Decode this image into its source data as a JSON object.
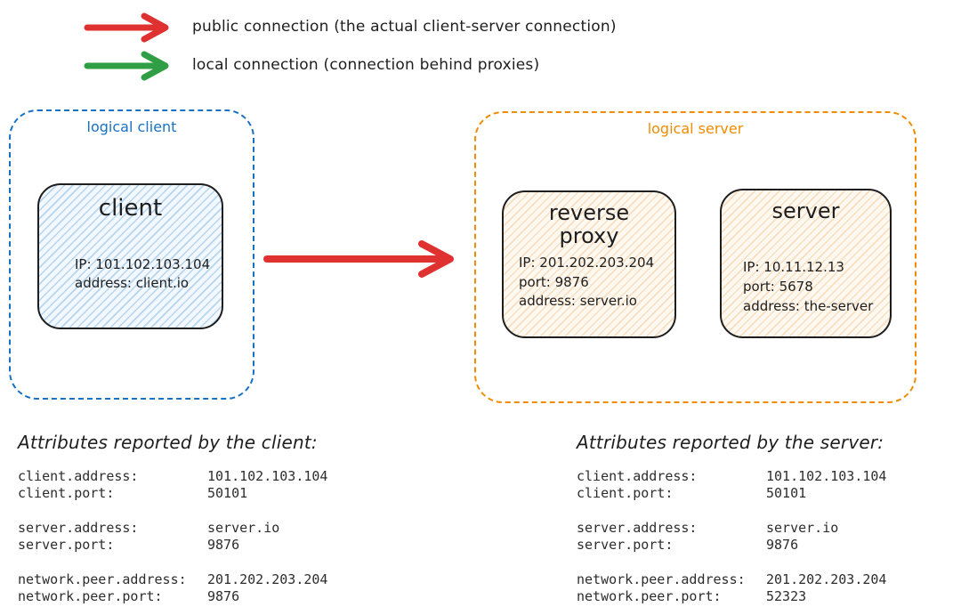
{
  "colors": {
    "public_arrow_red": "#e03131",
    "local_arrow_green": "#2f9e44",
    "logical_client_blue": "#1971c2",
    "logical_server_orange": "#f08c00",
    "ink": "#1e1e1e",
    "client_node_fill": "#d7eafb",
    "server_node_fill": "#fbe8cf"
  },
  "legend": {
    "public": {
      "label": "public connection (the actual client-server connection)"
    },
    "local": {
      "label": "local connection (connection behind proxies)"
    }
  },
  "logical_client": {
    "label": "logical client",
    "client_node": {
      "title": "client",
      "lines": [
        "IP: 101.102.103.104",
        "address: client.io"
      ]
    }
  },
  "logical_server": {
    "label": "logical server",
    "reverse_proxy_node": {
      "title_line1": "reverse",
      "title_line2": "proxy",
      "lines": [
        "IP: 201.202.203.204",
        "port: 9876",
        "address: server.io"
      ]
    },
    "server_node": {
      "title": "server",
      "lines": [
        "IP: 10.11.12.13",
        "port: 5678",
        "address: the-server"
      ]
    }
  },
  "client_attributes": {
    "heading": "Attributes reported by the client:",
    "rows": [
      {
        "key": "client.address:",
        "value": "101.102.103.104"
      },
      {
        "key": "client.port:",
        "value": "50101"
      },
      {
        "key": "server.address:",
        "value": "server.io"
      },
      {
        "key": "server.port:",
        "value": "9876"
      },
      {
        "key": "network.peer.address:",
        "value": "201.202.203.204"
      },
      {
        "key": "network.peer.port:",
        "value": "9876"
      }
    ]
  },
  "server_attributes": {
    "heading": "Attributes reported by the server:",
    "rows": [
      {
        "key": "client.address:",
        "value": "101.102.103.104"
      },
      {
        "key": "client.port:",
        "value": "50101"
      },
      {
        "key": "server.address:",
        "value": "server.io"
      },
      {
        "key": "server.port:",
        "value": "9876"
      },
      {
        "key": "network.peer.address:",
        "value": "201.202.203.204"
      },
      {
        "key": "network.peer.port:",
        "value": "52323"
      }
    ]
  }
}
